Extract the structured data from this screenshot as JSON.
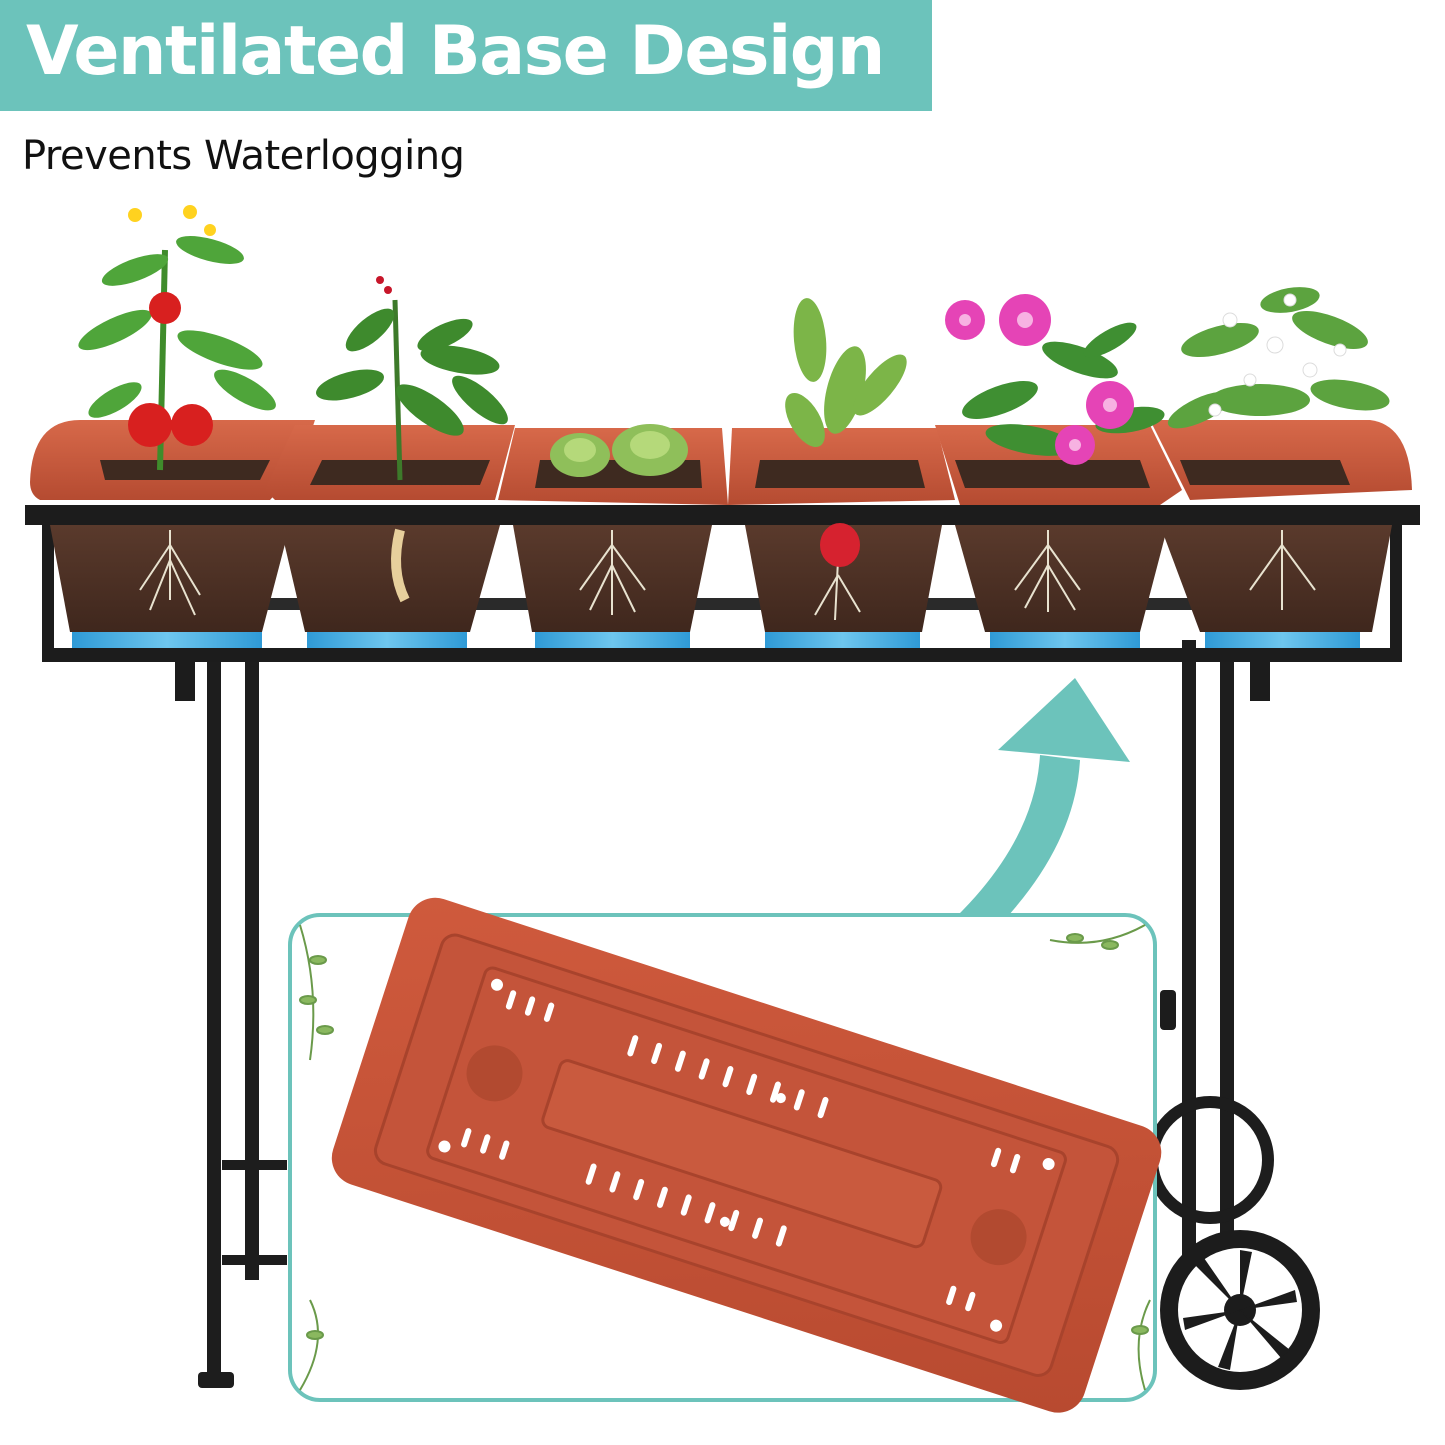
{
  "headline": {
    "title": "Ventilated Base Design",
    "subtitle": "Prevents Waterlogging"
  },
  "colors": {
    "banner_teal": "#6cc3bb",
    "pot_terracotta": "#c95a3e",
    "frame_black": "#1c1c1c",
    "soil_brown": "#4a2f24",
    "water_blue": "#3aa6dd"
  },
  "product": {
    "pots": [
      {
        "plant": "tomato"
      },
      {
        "plant": "ginseng"
      },
      {
        "plant": "succulent"
      },
      {
        "plant": "radish"
      },
      {
        "plant": "azalea"
      },
      {
        "plant": "jasmine"
      }
    ],
    "callout": {
      "subject": "pot-bottom-drainage-slots",
      "arrow_direction": "up"
    }
  }
}
